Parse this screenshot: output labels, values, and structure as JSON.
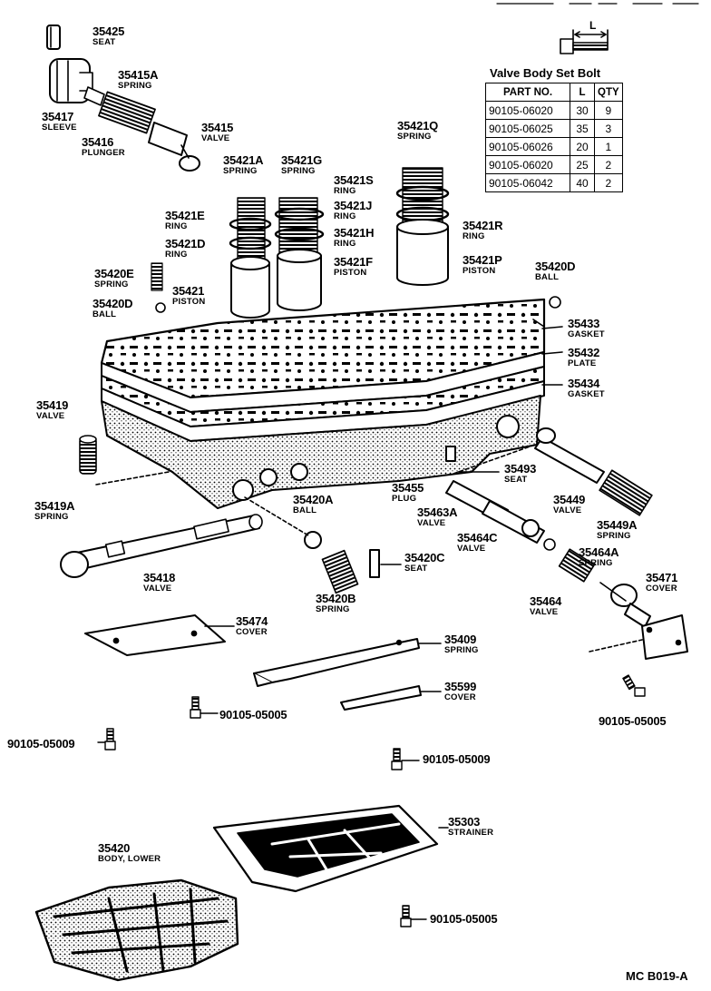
{
  "diagram": {
    "reference_code": "MC B019-A",
    "table": {
      "title": "Valve Body Set Bolt",
      "dimension_label": "L",
      "columns": [
        "PART NO.",
        "L",
        "QTY"
      ],
      "rows": [
        [
          "90105-06020",
          "30",
          "9"
        ],
        [
          "90105-06025",
          "35",
          "3"
        ],
        [
          "90105-06026",
          "20",
          "1"
        ],
        [
          "90105-06020",
          "25",
          "2"
        ],
        [
          "90105-06042",
          "40",
          "2"
        ]
      ]
    },
    "parts": [
      {
        "id": "p1",
        "number": "35425",
        "name": "SEAT"
      },
      {
        "id": "p2",
        "number": "35415A",
        "name": "SPRING"
      },
      {
        "id": "p3",
        "number": "35417",
        "name": "SLEEVE"
      },
      {
        "id": "p4",
        "number": "35415",
        "name": "VALVE"
      },
      {
        "id": "p5",
        "number": "35416",
        "name": "PLUNGER"
      },
      {
        "id": "p6",
        "number": "35421Q",
        "name": "SPRING"
      },
      {
        "id": "p7",
        "number": "35421A",
        "name": "SPRING"
      },
      {
        "id": "p8",
        "number": "35421G",
        "name": "SPRING"
      },
      {
        "id": "p9",
        "number": "35421S",
        "name": "RING"
      },
      {
        "id": "p10",
        "number": "35421E",
        "name": "RING"
      },
      {
        "id": "p11",
        "number": "35421J",
        "name": "RING"
      },
      {
        "id": "p12",
        "number": "35421R",
        "name": "RING"
      },
      {
        "id": "p13",
        "number": "35421D",
        "name": "RING"
      },
      {
        "id": "p14",
        "number": "35421H",
        "name": "RING"
      },
      {
        "id": "p15",
        "number": "35421F",
        "name": "PISTON"
      },
      {
        "id": "p16",
        "number": "35421P",
        "name": "PISTON"
      },
      {
        "id": "p17",
        "number": "35420E",
        "name": "SPRING"
      },
      {
        "id": "p18",
        "number": "35420D",
        "name": "BALL"
      },
      {
        "id": "p19",
        "number": "35421",
        "name": "PISTON"
      },
      {
        "id": "p20",
        "number": "35420D",
        "name": "BALL"
      },
      {
        "id": "p21",
        "number": "35433",
        "name": "GASKET"
      },
      {
        "id": "p22",
        "number": "35432",
        "name": "PLATE"
      },
      {
        "id": "p23",
        "number": "35434",
        "name": "GASKET"
      },
      {
        "id": "p24",
        "number": "35419",
        "name": "VALVE"
      },
      {
        "id": "p25",
        "number": "35493",
        "name": "SEAT"
      },
      {
        "id": "p26",
        "number": "35455",
        "name": "PLUG"
      },
      {
        "id": "p27",
        "number": "35449",
        "name": "VALVE"
      },
      {
        "id": "p28",
        "number": "35463A",
        "name": "VALVE"
      },
      {
        "id": "p29",
        "number": "35419A",
        "name": "SPRING"
      },
      {
        "id": "p30",
        "number": "35420A",
        "name": "BALL"
      },
      {
        "id": "p31",
        "number": "35449A",
        "name": "SPRING"
      },
      {
        "id": "p32",
        "number": "35464C",
        "name": "VALVE"
      },
      {
        "id": "p33",
        "number": "35464A",
        "name": "SPRING"
      },
      {
        "id": "p34",
        "number": "35420C",
        "name": "SEAT"
      },
      {
        "id": "p35",
        "number": "35418",
        "name": "VALVE"
      },
      {
        "id": "p36",
        "number": "35471",
        "name": "COVER"
      },
      {
        "id": "p37",
        "number": "35420B",
        "name": "SPRING"
      },
      {
        "id": "p38",
        "number": "35464",
        "name": "VALVE"
      },
      {
        "id": "p39",
        "number": "35474",
        "name": "COVER"
      },
      {
        "id": "p40",
        "number": "35409",
        "name": "SPRING"
      },
      {
        "id": "p41",
        "number": "35599",
        "name": "COVER"
      },
      {
        "id": "p42",
        "number": "35303",
        "name": "STRAINER"
      },
      {
        "id": "p43",
        "number": "35420",
        "name": "BODY, LOWER"
      }
    ],
    "bolts": [
      {
        "id": "b1",
        "number": "90105-05005"
      },
      {
        "id": "b2",
        "number": "90105-05009"
      },
      {
        "id": "b3",
        "number": "90105-05005"
      },
      {
        "id": "b4",
        "number": "90105-05009"
      },
      {
        "id": "b5",
        "number": "90105-05005"
      }
    ]
  }
}
